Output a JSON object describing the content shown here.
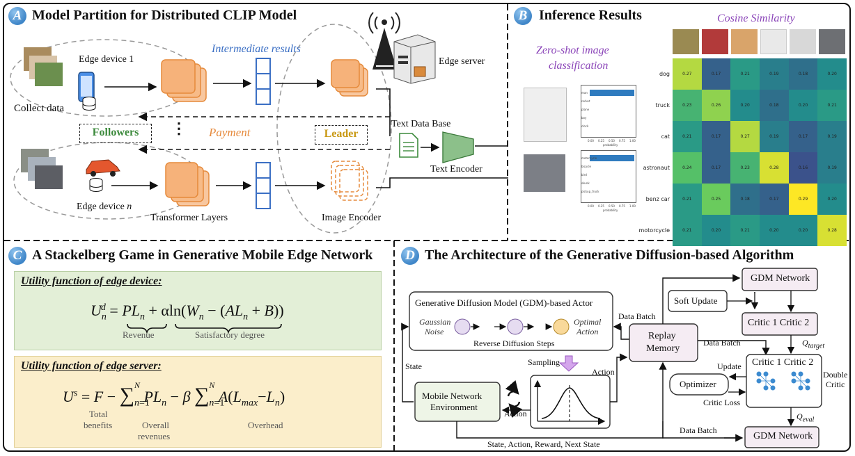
{
  "panelA": {
    "badge": "A",
    "title": "Model Partition for Distributed CLIP Model",
    "edge_device_1": "Edge device 1",
    "collect_data": "Collect data",
    "intermediate_results": "Intermediate results",
    "edge_server": "Edge server",
    "followers": "Followers",
    "payment": "Payment",
    "leader": "Leader",
    "vdots": "⋮",
    "text_data_base": "Text Data Base",
    "text_encoder": "Text Encoder",
    "edge_device_n_prefix": "Edge device ",
    "edge_device_n_var": "n",
    "transformer_layers": "Transformer Layers",
    "image_encoder": "Image Encoder"
  },
  "panelB": {
    "badge": "B",
    "title": "Inference Results",
    "cosine": "Cosine Similarity",
    "zeroshot_line1": "Zero-shot image",
    "zeroshot_line2": "classification",
    "chart1_labels": [
      "man",
      "rocket",
      "plane",
      "boy",
      "clock"
    ],
    "chart2_labels": [
      "motorcycle",
      "bicycle",
      "bird",
      "skunk",
      "pickup_truck"
    ],
    "x_ticks": [
      "0.00",
      "0.25",
      "0.50",
      "0.75",
      "1.00"
    ],
    "x_label": "probability",
    "row_labels": [
      "dog",
      "truck",
      "cat",
      "astronaut",
      "benz car",
      "motorcycle"
    ],
    "matrix": [
      [
        "0.27",
        "0.17",
        "0.21",
        "0.19",
        "0.18",
        "0.20"
      ],
      [
        "0.23",
        "0.26",
        "0.20",
        "0.18",
        "0.20",
        "0.21"
      ],
      [
        "0.21",
        "0.17",
        "0.27",
        "0.19",
        "0.17",
        "0.19"
      ],
      [
        "0.24",
        "0.17",
        "0.23",
        "0.28",
        "0.16",
        "0.19"
      ],
      [
        "0.21",
        "0.25",
        "0.18",
        "0.17",
        "0.29",
        "0.20"
      ],
      [
        "0.21",
        "0.20",
        "0.21",
        "0.20",
        "0.20",
        "0.28"
      ]
    ]
  },
  "panelC": {
    "badge": "C",
    "title": "A Stackelberg Game in Generative Mobile Edge Network",
    "device_heading": "Utility function of edge device:",
    "revenue": "Revenue",
    "satisfactory": "Satisfactory degree",
    "server_heading": "Utility function of edge server:",
    "total_benefits_1": "Total",
    "total_benefits_2": "benefits",
    "overall_revenues_1": "Overall",
    "overall_revenues_2": "revenues",
    "overhead": "Overhead"
  },
  "panelD": {
    "badge": "D",
    "title": "The Architecture of the Generative Diffusion-based Algorithm",
    "gdm_actor": "Generative Diffusion Model (GDM)-based Actor",
    "gaussian_1": "Gaussian",
    "gaussian_2": "Noise",
    "optimal_1": "Optimal",
    "optimal_2": "Action",
    "reverse_steps": "Reverse Diffusion Steps",
    "state": "State",
    "sampling": "Sampling",
    "action": "Action",
    "mobile_env_1": "Mobile Network",
    "mobile_env_2": "Environment",
    "data_batch": "Data Batch",
    "replay_1": "Replay",
    "replay_2": "Memory",
    "gdm_network": "GDM Network",
    "soft_update": "Soft Update",
    "critic12": "Critic 1 Critic 2",
    "q_target": "Q",
    "q_target_sub": "target",
    "update": "Update",
    "optimizer": "Optimizer",
    "critic_loss": "Critic Loss",
    "double_1": "Double",
    "double_2": "Critic",
    "q_eval": "Q",
    "q_eval_sub": "eval",
    "transition": "State, Action, Reward, Next State"
  },
  "colors": {
    "badge": "#3f86c8",
    "orange_layer": "#f6b27a",
    "blue_vector": "#3b6fc4",
    "green_box": "#e3efd7",
    "yellow_box": "#fbeecb",
    "encoder_green": "#8cc08a",
    "purple_label": "#8a44b8"
  },
  "icons": [
    "tower-icon",
    "server-icon",
    "phone-icon",
    "car-icon",
    "database-icon",
    "document-icon",
    "neural-net-icon",
    "refresh-icon",
    "sampling-arrow-icon"
  ]
}
